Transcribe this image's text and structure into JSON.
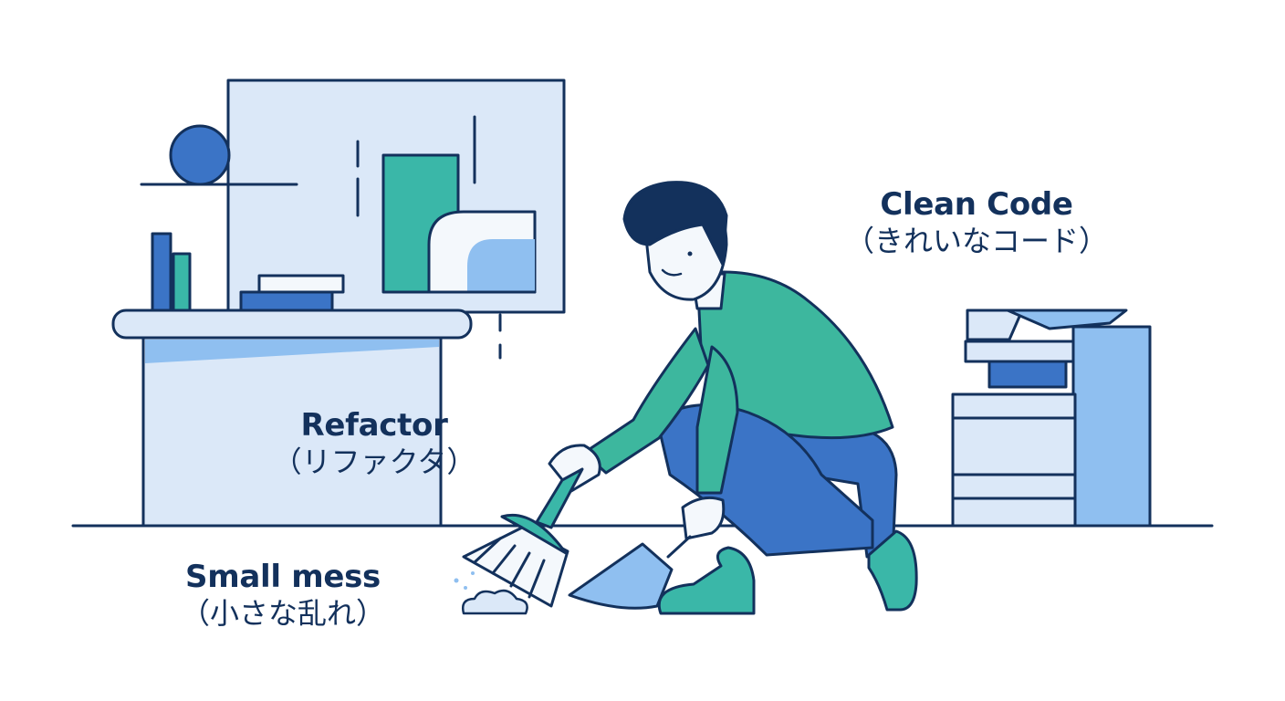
{
  "labels": {
    "clean_code": {
      "en": "Clean Code",
      "jp": "（きれいなコード）"
    },
    "refactor": {
      "en": "Refactor",
      "jp": "（リファクタ）"
    },
    "small_mess": {
      "en": "Small mess",
      "jp": "（小さな乱れ）"
    }
  },
  "colors": {
    "outline": "#13315c",
    "primary_blue": "#3b74c6",
    "light_blue": "#dbe8f8",
    "sky_blue": "#8fbff0",
    "teal": "#3ab7a8",
    "green_shirt": "#3db79e"
  }
}
